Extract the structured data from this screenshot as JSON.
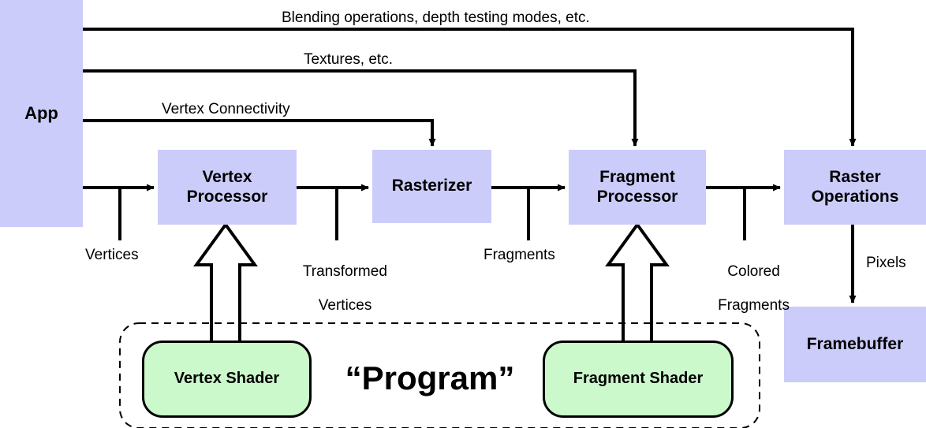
{
  "diagram": {
    "title": "Graphics pipeline with programmable shaders",
    "colors": {
      "stage_fill": "#ccccfa",
      "shader_fill": "#ccf9cc",
      "line": "#000000",
      "background": "#ffffff"
    },
    "stages": [
      {
        "id": "app",
        "label": "App"
      },
      {
        "id": "vertex-processor",
        "label_line1": "Vertex",
        "label_line2": "Processor"
      },
      {
        "id": "rasterizer",
        "label": "Rasterizer"
      },
      {
        "id": "fragment-processor",
        "label_line1": "Fragment",
        "label_line2": "Processor"
      },
      {
        "id": "raster-operations",
        "label_line1": "Raster",
        "label_line2": "Operations"
      },
      {
        "id": "framebuffer",
        "label": "Framebuffer"
      }
    ],
    "shaders": [
      {
        "id": "vertex-shader",
        "label": "Vertex Shader"
      },
      {
        "id": "fragment-shader",
        "label": "Fragment Shader"
      }
    ],
    "program_group": {
      "label": "“Program”"
    },
    "edge_labels": {
      "blending": "Blending operations, depth testing modes, etc.",
      "textures": "Textures, etc.",
      "vertex_connectivity": "Vertex Connectivity",
      "vertices": "Vertices",
      "transformed_vertices_line1": "Transformed",
      "transformed_vertices_line2": "Vertices",
      "fragments": "Fragments",
      "colored_fragments_line1": "Colored",
      "colored_fragments_line2": "Fragments",
      "pixels": "Pixels"
    }
  }
}
